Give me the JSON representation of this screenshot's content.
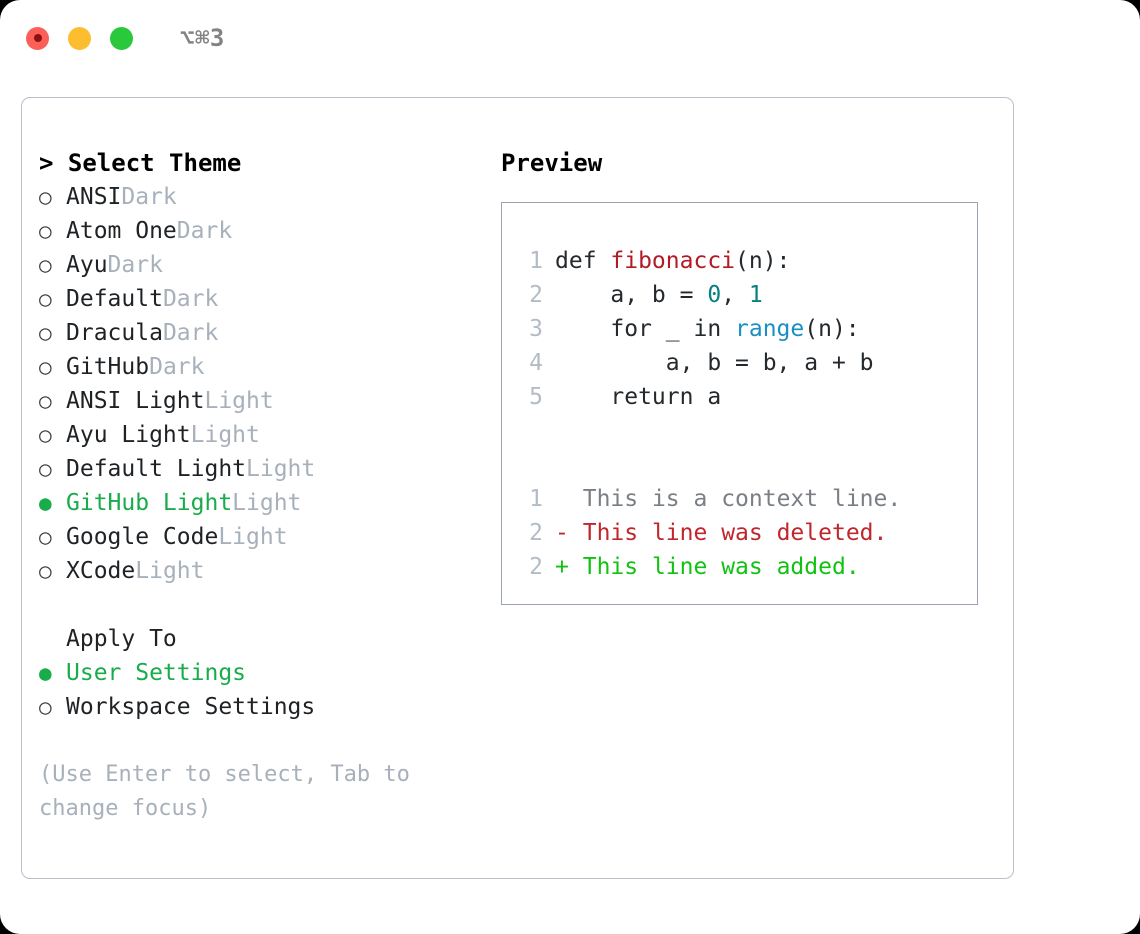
{
  "window": {
    "title": "⌥⌘3",
    "traffic_lights": [
      {
        "name": "close",
        "color": "#fb5f57"
      },
      {
        "name": "minimize",
        "color": "#fcbd2e"
      },
      {
        "name": "maximize",
        "color": "#29c93b"
      }
    ]
  },
  "theme_picker": {
    "heading": "> Select Theme",
    "prompt_symbol": ">",
    "bullet_unselected": "○",
    "bullet_selected": "●",
    "accent_color": "#18ac4b",
    "tag_color": "#a7b0bb",
    "items": [
      {
        "label": "ANSI",
        "tag": "Dark",
        "selected": false
      },
      {
        "label": "Atom One",
        "tag": "Dark",
        "selected": false
      },
      {
        "label": "Ayu",
        "tag": "Dark",
        "selected": false
      },
      {
        "label": "Default",
        "tag": "Dark",
        "selected": false
      },
      {
        "label": "Dracula",
        "tag": "Dark",
        "selected": false
      },
      {
        "label": "GitHub",
        "tag": "Dark",
        "selected": false
      },
      {
        "label": "ANSI Light",
        "tag": "Light",
        "selected": false
      },
      {
        "label": "Ayu Light",
        "tag": "Light",
        "selected": false
      },
      {
        "label": "Default Light",
        "tag": "Light",
        "selected": false
      },
      {
        "label": "GitHub Light",
        "tag": "Light",
        "selected": true
      },
      {
        "label": "Google Code",
        "tag": "Light",
        "selected": false
      },
      {
        "label": "XCode",
        "tag": "Light",
        "selected": false
      }
    ]
  },
  "apply_to": {
    "heading": "Apply To",
    "items": [
      {
        "label": "User Settings",
        "selected": true
      },
      {
        "label": "Workspace Settings",
        "selected": false
      }
    ]
  },
  "hint": "(Use Enter to select, Tab to change focus)",
  "preview": {
    "title": "Preview",
    "code_lines": [
      {
        "lineno": "1",
        "segments": [
          {
            "text": "def ",
            "type": "kw"
          },
          {
            "text": "fibonacci",
            "type": "fn"
          },
          {
            "text": "(n):",
            "type": "plain"
          }
        ]
      },
      {
        "lineno": "2",
        "segments": [
          {
            "text": "    a, b = ",
            "type": "plain"
          },
          {
            "text": "0",
            "type": "num"
          },
          {
            "text": ", ",
            "type": "plain"
          },
          {
            "text": "1",
            "type": "num"
          }
        ]
      },
      {
        "lineno": "3",
        "segments": [
          {
            "text": "    for _ in ",
            "type": "kw"
          },
          {
            "text": "range",
            "type": "call"
          },
          {
            "text": "(n):",
            "type": "plain"
          }
        ]
      },
      {
        "lineno": "4",
        "segments": [
          {
            "text": "        a, b = b, a + b",
            "type": "plain"
          }
        ]
      },
      {
        "lineno": "5",
        "segments": [
          {
            "text": "    return a",
            "type": "kw"
          }
        ]
      }
    ],
    "diff_lines": [
      {
        "lineno": "1",
        "marker": " ",
        "text": "This is a context line.",
        "kind": "ctx"
      },
      {
        "lineno": "2",
        "marker": "-",
        "text": "This line was deleted.",
        "kind": "del"
      },
      {
        "lineno": "2",
        "marker": "+",
        "text": "This line was added.",
        "kind": "add"
      }
    ],
    "colors": {
      "function": "#b31b24",
      "number": "#0a7f82",
      "builtin": "#1a8fc4",
      "context": "#7a7f86",
      "deleted": "#c0262c",
      "added": "#12c212",
      "lineno": "#b3bcc6"
    }
  }
}
